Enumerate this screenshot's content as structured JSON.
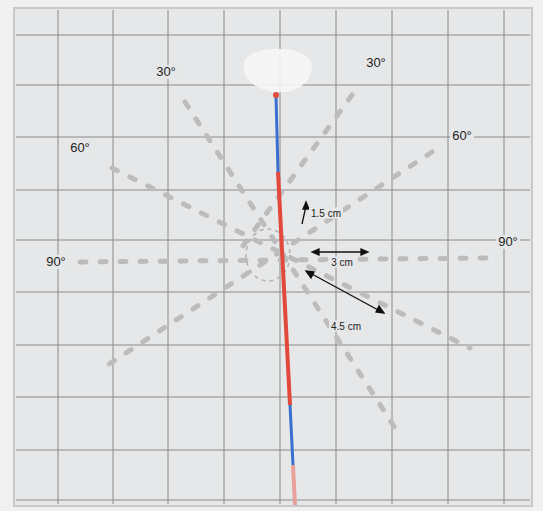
{
  "diagram": {
    "labels": [
      "30°",
      "30°",
      "60°",
      "60°",
      "90°",
      "90°",
      "1.5 cm",
      "3 cm",
      "4.5 cm"
    ]
  }
}
